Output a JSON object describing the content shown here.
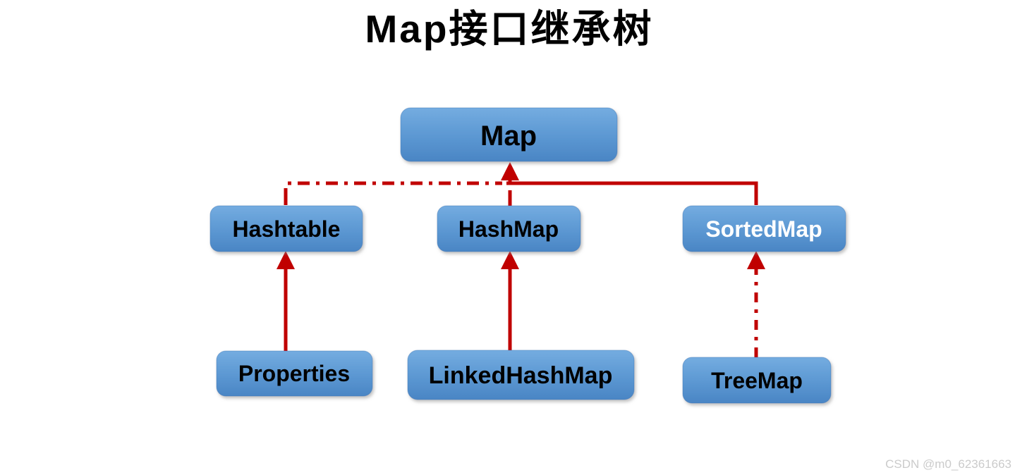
{
  "title": "Map接口继承树",
  "watermark": "CSDN @m0_62361663",
  "colors": {
    "box_gradient_top": "#74ACE0",
    "box_gradient_bottom": "#4A85C4",
    "edge_red": "#C00000",
    "default_label_text": "#000000",
    "sortedmap_label_text": "#FFFFFF",
    "watermark_text": "#CBCBCB"
  },
  "nodes": {
    "map": {
      "label": "Map"
    },
    "hashtable": {
      "label": "Hashtable"
    },
    "hashmap": {
      "label": "HashMap"
    },
    "sortedmap": {
      "label": "SortedMap"
    },
    "properties": {
      "label": "Properties"
    },
    "linkedhashmap": {
      "label": "LinkedHashMap"
    },
    "treemap": {
      "label": "TreeMap"
    }
  },
  "edges": [
    {
      "from": "Hashtable",
      "to": "Map",
      "style": "dash-dot",
      "direction": "up"
    },
    {
      "from": "HashMap",
      "to": "Map",
      "style": "solid",
      "direction": "up"
    },
    {
      "from": "SortedMap",
      "to": "Map",
      "style": "solid",
      "direction": "up"
    },
    {
      "from": "Properties",
      "to": "Hashtable",
      "style": "solid",
      "direction": "up"
    },
    {
      "from": "LinkedHashMap",
      "to": "HashMap",
      "style": "solid",
      "direction": "up"
    },
    {
      "from": "TreeMap",
      "to": "SortedMap",
      "style": "dash-dot",
      "direction": "up"
    }
  ]
}
